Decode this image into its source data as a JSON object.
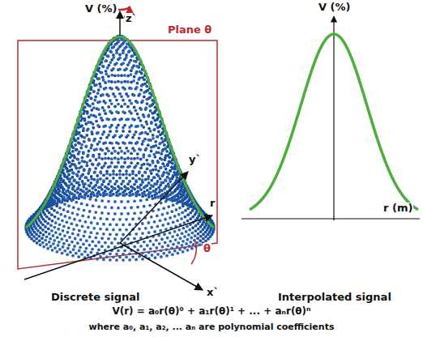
{
  "diagram": {
    "labels": [
      "V (%)",
      "z`",
      "Plane θ",
      "y`",
      "r",
      "θ",
      "x`",
      "Discrete signal",
      "V (%)",
      "r (m)",
      "Interpolated signal",
      "V(r) = a₀r(θ)⁰ + a₁r(θ)¹ + ... + aₙr(θ)ⁿ",
      "where a₀, a₁, a₂, ... aₙ are polynomial coefficients"
    ]
  }
}
